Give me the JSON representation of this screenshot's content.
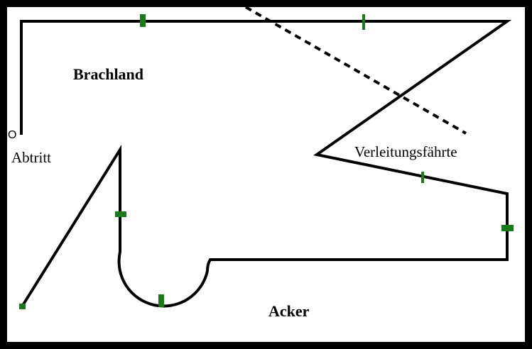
{
  "labels": {
    "brachland": "Brachland",
    "acker": "Acker",
    "abtritt": "Abtritt",
    "verleitung": "Verleitungsfährte",
    "start_marker": "O"
  },
  "colors": {
    "border": "#000000",
    "track": "#000000",
    "marker": "#1a7a1a",
    "background": "#ffffff"
  }
}
